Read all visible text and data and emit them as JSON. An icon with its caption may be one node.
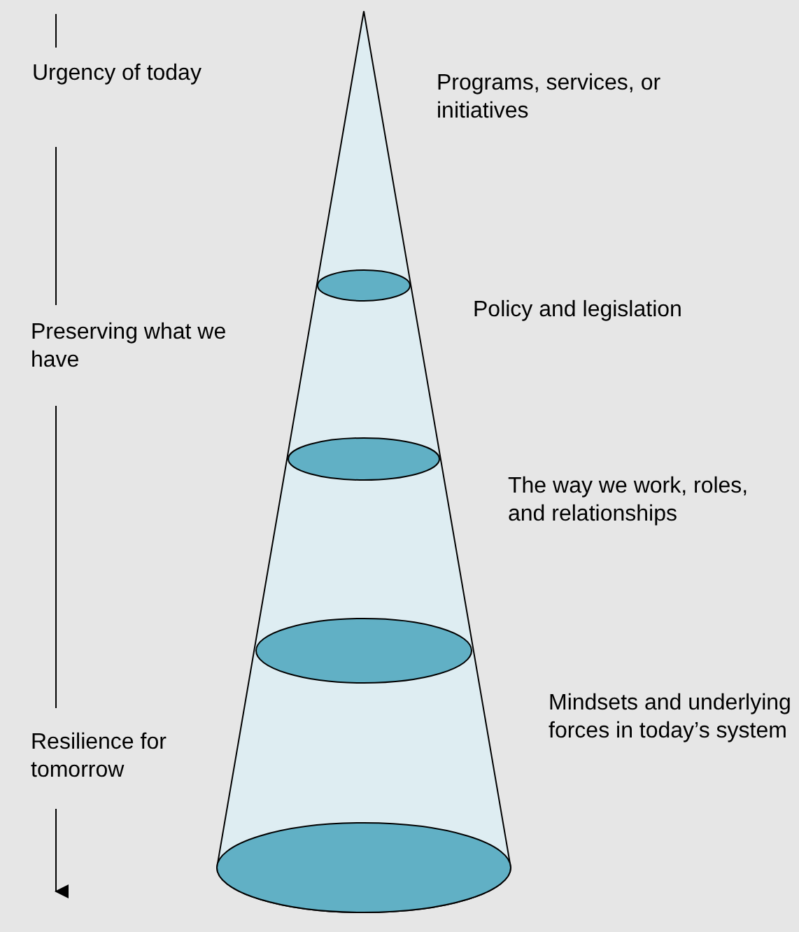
{
  "diagram": {
    "labels": [
      "Urgency of today",
      "Programs, services, or initiatives",
      "Policy and legislation",
      "Preserving what we have",
      "The way we work, roles, and relationships",
      "Resilience for tomorrow",
      "Mindsets and underlying forces in today’s system"
    ]
  }
}
